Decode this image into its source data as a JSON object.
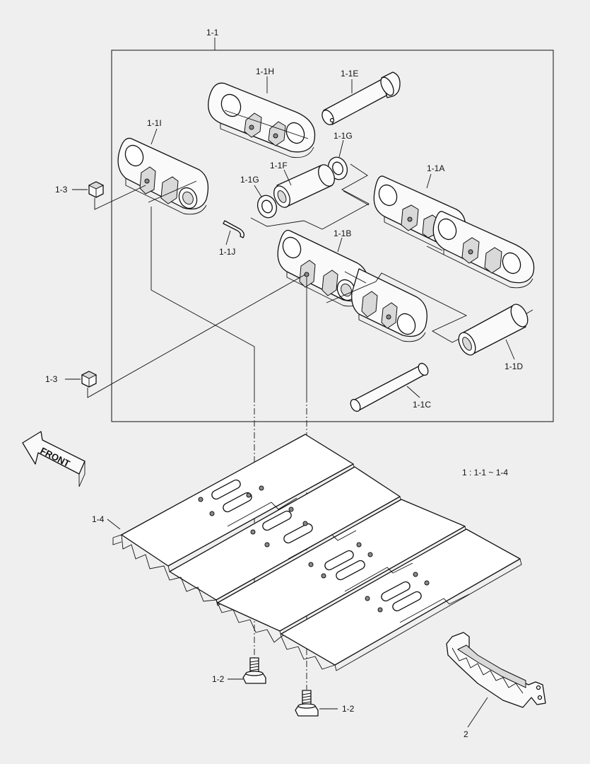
{
  "labels": {
    "group": "1-1",
    "link_h": "1-1H",
    "pin_e": "1-1E",
    "link_i": "1-1I",
    "seal_g_top": "1-1G",
    "bushing_f": "1-1F",
    "seal_g_left": "1-1G",
    "link_a": "1-1A",
    "nut_top": "1-3",
    "spring_pin_j": "1-1J",
    "link_b": "1-1B",
    "bushing_d": "1-1D",
    "nut_bottom": "1-3",
    "pin_c": "1-1C",
    "shoe": "1-4",
    "bolt_left": "1-2",
    "bolt_right": "1-2",
    "guard": "2"
  },
  "front_arrow": "FRONT",
  "ratio_note": "1 : 1-1 ~ 1-4"
}
